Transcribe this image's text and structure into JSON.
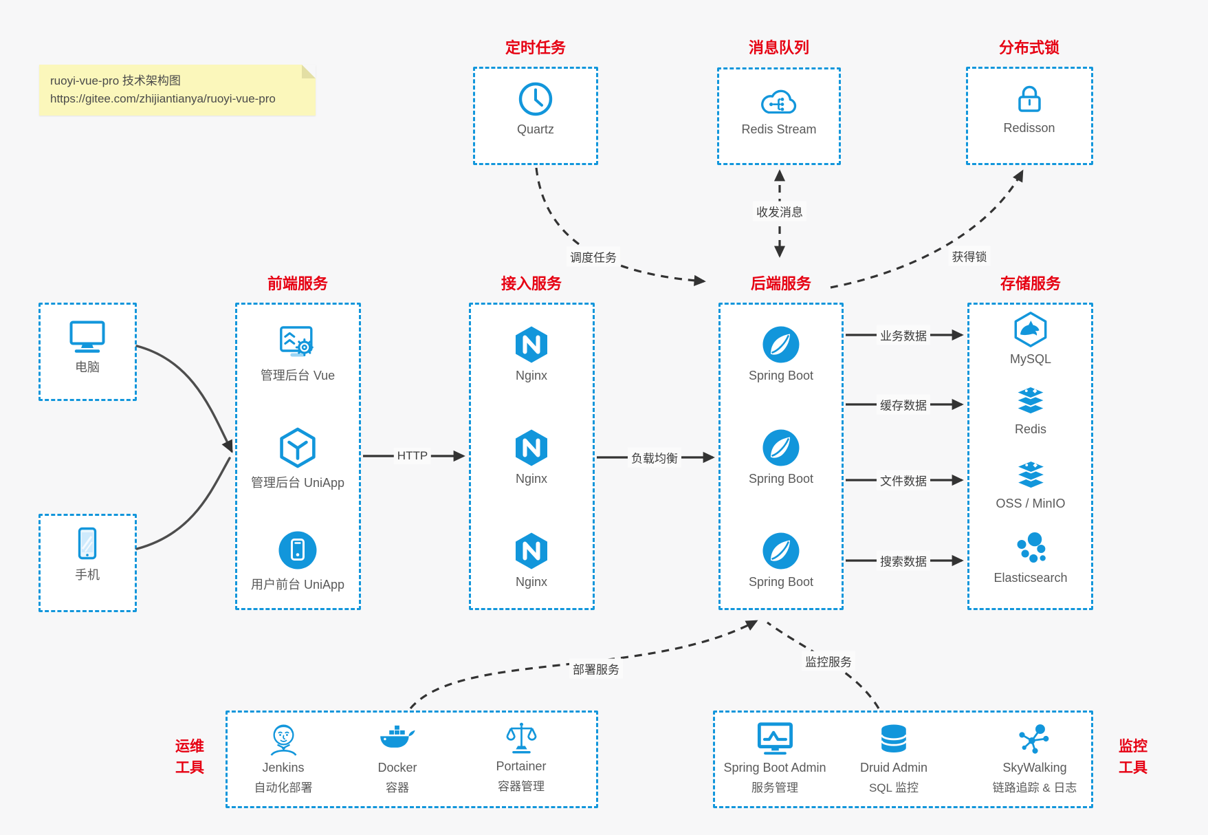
{
  "note": {
    "line1": "ruoyi-vue-pro 技术架构图",
    "line2": "https://gitee.com/zhijiantianya/ruoyi-vue-pro"
  },
  "top_groups": [
    {
      "title": "定时任务",
      "item": {
        "icon": "clock-icon",
        "label": "Quartz"
      }
    },
    {
      "title": "消息队列",
      "item": {
        "icon": "cloud-stream-icon",
        "label": "Redis Stream"
      }
    },
    {
      "title": "分布式锁",
      "item": {
        "icon": "lock-icon",
        "label": "Redisson"
      }
    }
  ],
  "clients": [
    {
      "icon": "desktop-icon",
      "label": "电脑"
    },
    {
      "icon": "smartphone-icon",
      "label": "手机"
    }
  ],
  "columns": [
    {
      "title": "前端服务",
      "items": [
        {
          "icon": "admin-vue-icon",
          "label": "管理后台 Vue"
        },
        {
          "icon": "uniapp-cube-icon",
          "label": "管理后台 UniApp"
        },
        {
          "icon": "user-app-icon",
          "label": "用户前台 UniApp"
        }
      ]
    },
    {
      "title": "接入服务",
      "items": [
        {
          "icon": "nginx-icon",
          "label": "Nginx"
        },
        {
          "icon": "nginx-icon",
          "label": "Nginx"
        },
        {
          "icon": "nginx-icon",
          "label": "Nginx"
        }
      ]
    },
    {
      "title": "后端服务",
      "items": [
        {
          "icon": "spring-boot-icon",
          "label": "Spring Boot"
        },
        {
          "icon": "spring-boot-icon",
          "label": "Spring Boot"
        },
        {
          "icon": "spring-boot-icon",
          "label": "Spring Boot"
        }
      ]
    },
    {
      "title": "存储服务",
      "items": [
        {
          "icon": "mysql-icon",
          "label": "MySQL"
        },
        {
          "icon": "redis-icon",
          "label": "Redis"
        },
        {
          "icon": "oss-minio-icon",
          "label": "OSS / MinIO"
        },
        {
          "icon": "elasticsearch-icon",
          "label": "Elasticsearch"
        }
      ]
    }
  ],
  "bottom_groups": [
    {
      "side_label_1": "运维",
      "side_label_2": "工具",
      "items": [
        {
          "icon": "jenkins-icon",
          "name": "Jenkins",
          "desc": "自动化部署"
        },
        {
          "icon": "docker-icon",
          "name": "Docker",
          "desc": "容器"
        },
        {
          "icon": "portainer-icon",
          "name": "Portainer",
          "desc": "容器管理"
        }
      ]
    },
    {
      "side_label_1": "监控",
      "side_label_2": "工具",
      "items": [
        {
          "icon": "spring-boot-admin-icon",
          "name": "Spring Boot Admin",
          "desc": "服务管理"
        },
        {
          "icon": "druid-icon",
          "name": "Druid Admin",
          "desc": "SQL 监控"
        },
        {
          "icon": "skywalking-icon",
          "name": "SkyWalking",
          "desc": "链路追踪 & 日志"
        }
      ]
    }
  ],
  "edge_labels": {
    "http": "HTTP",
    "load_balance": "负载均衡",
    "business_data": "业务数据",
    "cache_data": "缓存数据",
    "file_data": "文件数据",
    "search_data": "搜索数据",
    "schedule_task": "调度任务",
    "send_receive_message": "收发消息",
    "acquire_lock": "获得锁",
    "deploy_service": "部署服务",
    "monitor_service": "监控服务"
  },
  "colors": {
    "accent_blue": "#1296db",
    "title_red": "#e60012",
    "note_bg": "#fbf7bb",
    "arrow_dark": "#333333",
    "page_bg": "#f7f7f8"
  }
}
